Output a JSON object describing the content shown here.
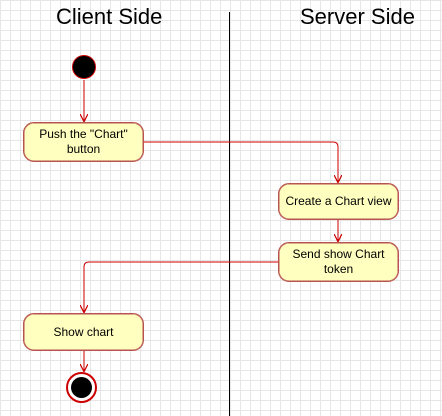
{
  "lanes": {
    "client": "Client Side",
    "server": "Server Side"
  },
  "nodes": {
    "push_chart": "Push the \"Chart\" button",
    "create_view": "Create a Chart view",
    "send_token": "Send show Chart token",
    "show_chart": "Show chart"
  },
  "colors": {
    "node_fill": "#ffffc0",
    "node_border": "#b85450",
    "edge": "#cc0000"
  }
}
